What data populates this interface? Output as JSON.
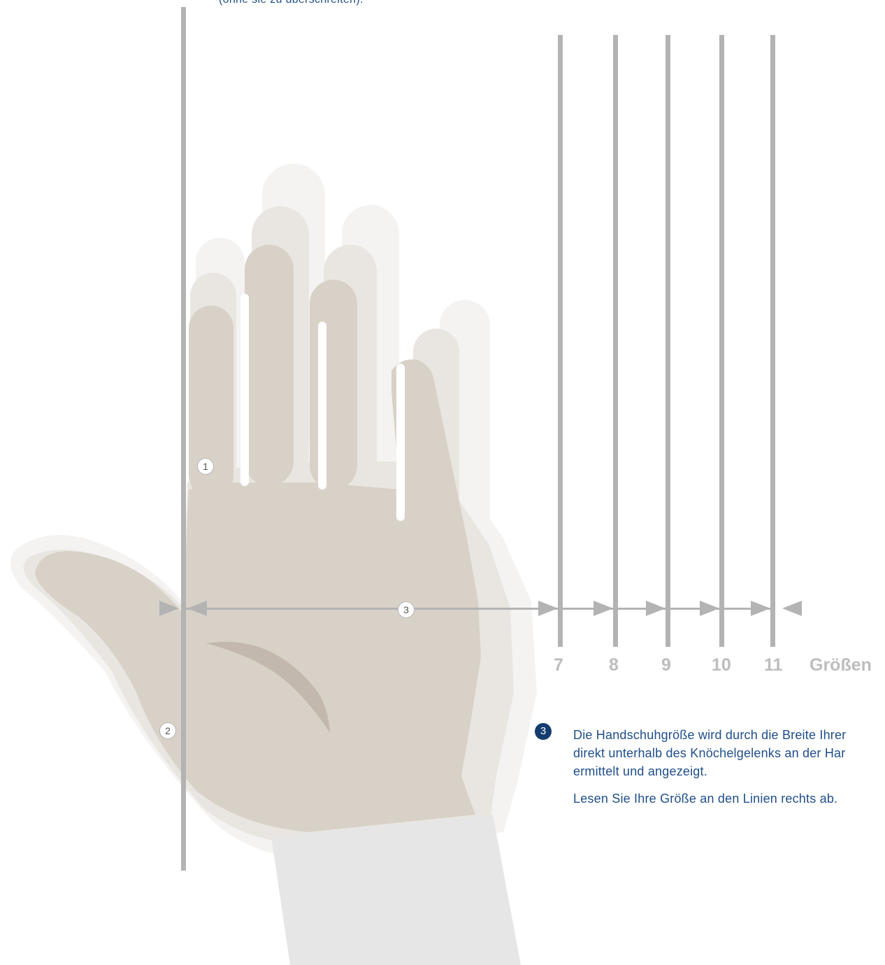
{
  "top_note": "(ohne sie zu überschreiten).",
  "size_lines": {
    "labels": [
      "7",
      "8",
      "9",
      "10",
      "11"
    ],
    "caption": "Größen"
  },
  "markers": {
    "m1": "1",
    "m2": "2",
    "m3": "3"
  },
  "instruction": {
    "step": "3",
    "line1": "Die Handschuhgröße wird durch die Breite Ihrer",
    "line2": "direkt unterhalb des Knöchelgelenks an der Har",
    "line3": "ermittelt und angezeigt.",
    "line4": "Lesen Sie Ihre Größe an den Linien rechts ab."
  },
  "colors": {
    "line_gray": "#b3b3b3",
    "hand": "#d8d1c7",
    "hand_shadow": "#e9e6e1",
    "hand_shadow_far": "#f4f3f1",
    "palm_crease": "#c2b8ad",
    "sleeve": "#e6e6e6",
    "text_blue": "#1f4e8a",
    "badge_blue": "#143c6e"
  }
}
